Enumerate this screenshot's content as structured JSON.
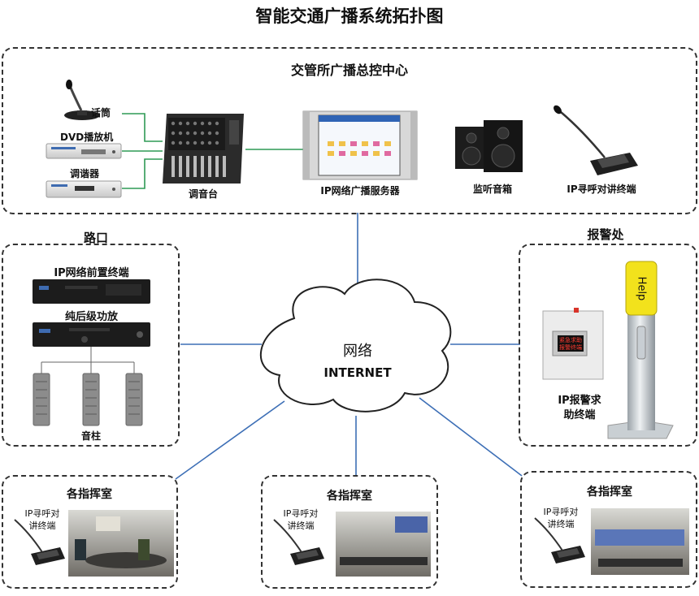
{
  "title": "智能交通广播系统拓扑图",
  "control_center": {
    "title": "交管所广播总控中心",
    "microphone": "话筒",
    "dvd": "DVD播放机",
    "tuner": "调谐器",
    "mixer": "调音台",
    "server": "IP网络广播服务器",
    "monitor_speakers": "监听音箱",
    "intercom": "IP寻呼对讲终端"
  },
  "intersection": {
    "title": "路口",
    "front_terminal": "IP网络前置终端",
    "amplifier": "纯后级功放",
    "speaker_column": "音柱"
  },
  "network": {
    "label": "网络",
    "sublabel": "INTERNET"
  },
  "alarm": {
    "title": "报警处",
    "terminal_line1": "IP报警求",
    "terminal_line2": "助终端",
    "panel_text_line1": "紧急求助",
    "panel_text_line2": "报警终端",
    "pole_text": "Help"
  },
  "command_rooms": [
    {
      "title": "各指挥室",
      "label_line1": "IP寻呼对",
      "label_line2": "讲终端"
    },
    {
      "title": "各指挥室",
      "label_line1": "IP寻呼对",
      "label_line2": "讲终端"
    },
    {
      "title": "各指挥室",
      "label_line1": "IP寻呼对",
      "label_line2": "讲终端"
    }
  ],
  "colors": {
    "link_blue": "#3d6fb6",
    "link_green": "#2e9a55",
    "alarm_yellow": "#f2e21c"
  }
}
